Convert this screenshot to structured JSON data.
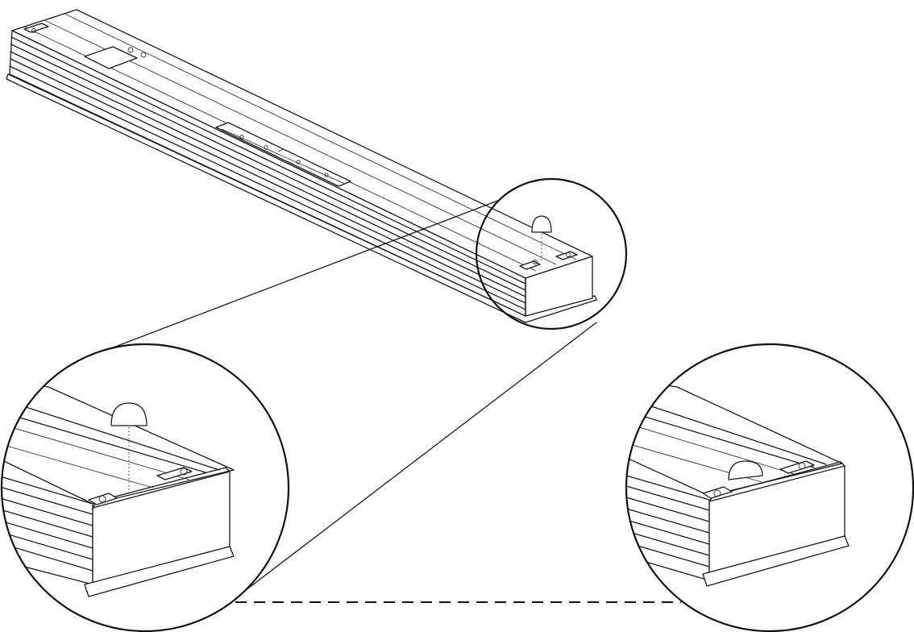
{
  "diagram": {
    "kind": "exploded-assembly-illustration",
    "elements": [
      "light-bar-housing",
      "end-cap",
      "dome-sensor",
      "magnified-detail-before",
      "magnified-detail-after"
    ],
    "colors": {
      "line": "#1a1a1a",
      "background": "#ffffff"
    }
  }
}
